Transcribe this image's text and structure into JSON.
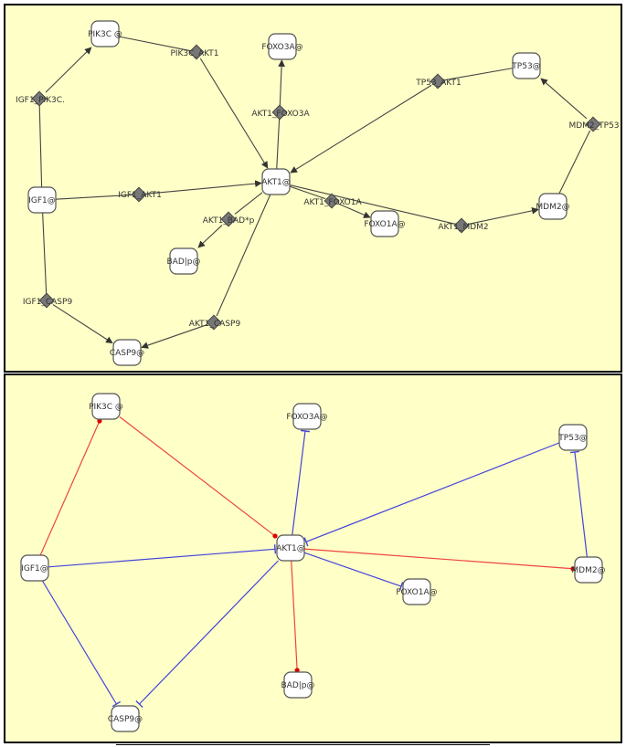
{
  "top_diagram": {
    "nodes": [
      {
        "id": "pik3c",
        "label": "PIK3C @"
      },
      {
        "id": "foxo3a",
        "label": "FOXO3A@"
      },
      {
        "id": "tp53",
        "label": "TP53@"
      },
      {
        "id": "igf1",
        "label": "IGF1@"
      },
      {
        "id": "akt1",
        "label": "AKT1@"
      },
      {
        "id": "mdm2",
        "label": "MDM2@"
      },
      {
        "id": "foxo1a",
        "label": "FOXO1A@"
      },
      {
        "id": "badp",
        "label": "BAD|p@"
      },
      {
        "id": "casp9",
        "label": "CASP9@"
      }
    ],
    "reactions": [
      {
        "id": "pik3c_akt1",
        "label": "PIK3C_AKT1"
      },
      {
        "id": "igf1_pik3c",
        "label": "IGF1_PIK3C."
      },
      {
        "id": "akt1_foxo3a",
        "label": "AKT1_FOXO3A"
      },
      {
        "id": "tp53_akt1",
        "label": "TP53_AKT1"
      },
      {
        "id": "mdm2_tp53",
        "label": "MDM2_TP53"
      },
      {
        "id": "igf1_akt1",
        "label": "IGF1_AKT1"
      },
      {
        "id": "akt1_foxo1a",
        "label": "AKT1_FOXO1A"
      },
      {
        "id": "akt1_badp",
        "label": "AKT1_BAD*p"
      },
      {
        "id": "akt1_mdm2",
        "label": "AKT1_MDM2"
      },
      {
        "id": "igf1_casp9",
        "label": "IGF1_CASP9"
      },
      {
        "id": "akt1_casp9",
        "label": "AKT1_CASP9"
      }
    ]
  },
  "bottom_diagram": {
    "nodes": [
      {
        "id": "pik3c",
        "label": "PIK3C @"
      },
      {
        "id": "foxo3a",
        "label": "FOXO3A@"
      },
      {
        "id": "tp53",
        "label": "TP53@"
      },
      {
        "id": "igf1",
        "label": "IGF1@"
      },
      {
        "id": "akt1",
        "label": "AKT1@"
      },
      {
        "id": "mdm2",
        "label": "MDM2@"
      },
      {
        "id": "foxo1a",
        "label": "FOXO1A@"
      },
      {
        "id": "badp",
        "label": "BAD|p@"
      },
      {
        "id": "casp9",
        "label": "CASP9@"
      }
    ],
    "edges": [
      {
        "from": "igf1",
        "to": "pik3c",
        "type": "activation"
      },
      {
        "from": "pik3c",
        "to": "akt1",
        "type": "activation"
      },
      {
        "from": "igf1",
        "to": "akt1",
        "type": "inhibition"
      },
      {
        "from": "akt1",
        "to": "foxo3a",
        "type": "inhibition"
      },
      {
        "from": "tp53",
        "to": "akt1",
        "type": "inhibition"
      },
      {
        "from": "mdm2",
        "to": "tp53",
        "type": "inhibition"
      },
      {
        "from": "akt1",
        "to": "mdm2",
        "type": "activation"
      },
      {
        "from": "akt1",
        "to": "foxo1a",
        "type": "inhibition"
      },
      {
        "from": "akt1",
        "to": "badp",
        "type": "activation"
      },
      {
        "from": "igf1",
        "to": "casp9",
        "type": "inhibition"
      },
      {
        "from": "akt1",
        "to": "casp9",
        "type": "inhibition"
      }
    ],
    "colors": {
      "activation": "#ee4444",
      "inhibition": "#4444dd"
    }
  }
}
